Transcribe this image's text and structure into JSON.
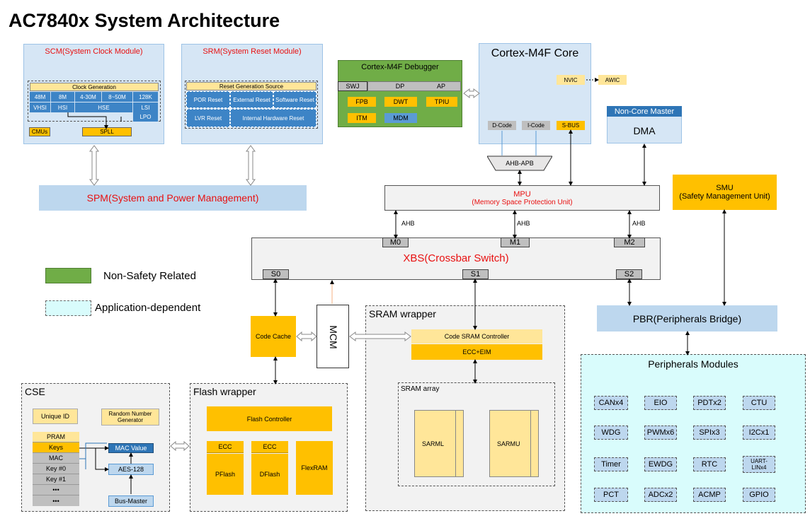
{
  "title": "AC7840x System Architecture",
  "scm": {
    "title": "SCM(System Clock Module)",
    "clock_gen": "Clock Generation",
    "freqs": [
      "48M",
      "8M",
      "4-30M",
      "8~50M",
      "128K"
    ],
    "sources": [
      "VHSI",
      "HSI",
      "HSE",
      "LSI"
    ],
    "lpo": "LPO",
    "cmus": "CMUs",
    "spll": "SPLL"
  },
  "srm": {
    "title": "SRM(System Reset Module)",
    "reset_gen": "Reset Generation Source",
    "por": "POR Reset",
    "external": "External Reset",
    "software": "Software Reset",
    "lvr": "LVR Reset",
    "internal": "Internal Hardware Reset"
  },
  "spm": "SPM(System and Power Management)",
  "debugger": {
    "title": "Cortex-M4F Debugger",
    "swj": "SWJ",
    "dp": "DP",
    "ap": "AP",
    "fpb": "FPB",
    "dwt": "DWT",
    "tpiu": "TPIU",
    "itm": "ITM",
    "mdm": "MDM"
  },
  "core": {
    "title": "Cortex-M4F Core",
    "nvic": "NVIC",
    "awic": "AWIC",
    "dcode": "D-Code",
    "icode": "I-Code",
    "sbus": "S-BUS"
  },
  "noncore": {
    "title": "Non-Core Master",
    "dma": "DMA"
  },
  "ahb_apb": "AHB-APB",
  "mpu": {
    "title": "MPU",
    "subtitle": "(Memory Space Protection Unit)"
  },
  "smu": {
    "title": "SMU",
    "subtitle": "(Safety Management Unit)"
  },
  "ahb": "AHB",
  "xbs": {
    "title": "XBS(Crossbar Switch)",
    "m0": "M0",
    "m1": "M1",
    "m2": "M2",
    "s0": "S0",
    "s1": "S1",
    "s2": "S2"
  },
  "legend": {
    "non_safety": "Non-Safety Related",
    "app_dep": "Application-dependent"
  },
  "code_cache": "Code Cache",
  "mcm": "MCM",
  "sram": {
    "title": "SRAM wrapper",
    "controller": "Code SRAM Controller",
    "ecc": "ECC+EIM",
    "array": "SRAM array",
    "sarml": "SARML",
    "sarmu": "SARMU"
  },
  "pbr": "PBR(Peripherals Bridge)",
  "periph": {
    "title": "Peripherals Modules",
    "items": [
      "CANx4",
      "EIO",
      "PDTx2",
      "CTU",
      "WDG",
      "PWMx6",
      "SPIx3",
      "I2Cx1",
      "Timer",
      "EWDG",
      "RTC",
      "UART-LINx4",
      "PCT",
      "ADCx2",
      "ACMP",
      "GPIO"
    ]
  },
  "cse": {
    "title": "CSE",
    "unique_id": "Unique ID",
    "rng": "Random Number Generator",
    "mem": [
      "PRAM",
      "Keys",
      "MAC",
      "Key #0",
      "Key #1",
      "•••",
      "•••"
    ],
    "mac_value": "MAC Value",
    "aes": "AES-128",
    "bus_master": "Bus-Master"
  },
  "flash": {
    "title": "Flash wrapper",
    "controller": "Flash Controller",
    "ecc1": "ECC",
    "ecc2": "ECC",
    "pflash": "PFlash",
    "dflash": "DFlash",
    "flexram": "FlexRAM"
  },
  "colors": {
    "accent_red": "#e81010",
    "orange": "#ffc000",
    "panel_blue": "#d6e6f5",
    "green": "#70ad47",
    "cyan": "#d9fcfc"
  }
}
